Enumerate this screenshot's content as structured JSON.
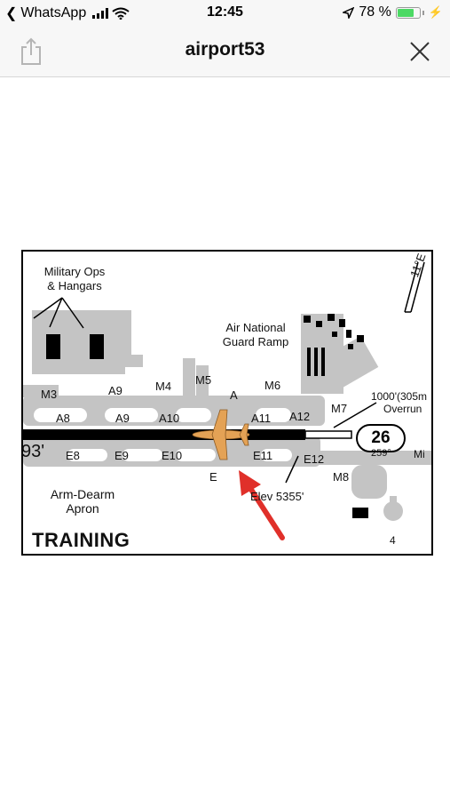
{
  "status_bar": {
    "back_app": "WhatsApp",
    "time": "12:45",
    "battery_percent": "78 %",
    "battery_level": 0.78
  },
  "nav": {
    "title": "airport53"
  },
  "chart": {
    "training": "TRAINING",
    "north_mark": "11°E",
    "labels": {
      "military": "Military Ops",
      "hangars": "& Hangars",
      "air_national": "Air National",
      "guard_ramp": "Guard Ramp",
      "m3": "M3",
      "a9_top": "A9",
      "m4": "M4",
      "m5": "M5",
      "a": "A",
      "m6": "M6",
      "m7": "M7",
      "a8": "A8",
      "a9": "A9",
      "a10": "A10",
      "a11": "A11",
      "a12": "A12",
      "e8": "E8",
      "e9": "E9",
      "e10": "E10",
      "e11": "E11",
      "e12": "E12",
      "e": "E",
      "m8": "M8",
      "mi": "Mi",
      "overrun_len": "1000'(305m",
      "overrun": "Overrun",
      "rwy_left": "93'",
      "rwy_num": "26",
      "rwy_hdg": "259°",
      "elev": "Elev 5355'",
      "arm_dearm": "Arm-Dearm",
      "apron": "Apron",
      "four": "4"
    }
  },
  "colors": {
    "taxiway": "#c4c4c4",
    "runway": "#000000",
    "plane": "#e4a255",
    "arrow": "#e0302a",
    "battery": "#4cd964"
  }
}
